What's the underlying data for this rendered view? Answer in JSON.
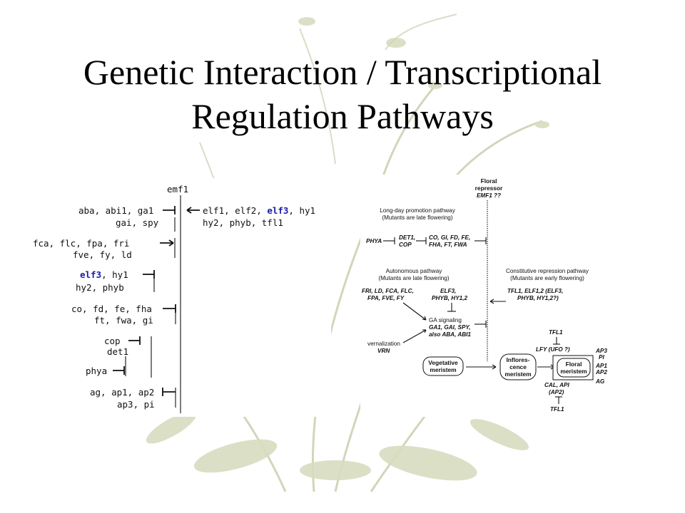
{
  "slide": {
    "title_line1": "Genetic Interaction / Transcriptional",
    "title_line2": "Regulation Pathways"
  },
  "left_diagram": {
    "top": "emf1",
    "rows": [
      {
        "text": "aba, abi1, ga1"
      },
      {
        "text": "gai, spy"
      },
      {
        "text": "fca, flc, fpa, fri"
      },
      {
        "text": "fve, fy, ld"
      },
      {
        "text_blue": "elf3",
        "text": ", hy1"
      },
      {
        "text": "hy2, phyb"
      },
      {
        "text": "co, fd, fe, fha"
      },
      {
        "text": "ft, fwa, gi"
      },
      {
        "text": "cop"
      },
      {
        "text": "det1"
      },
      {
        "text": "phya"
      },
      {
        "text": "ag, ap1, ap2"
      },
      {
        "text": "ap3, pi"
      }
    ],
    "right_rows": [
      {
        "a": "elf1, elf2, ",
        "blue": "elf3",
        "b": ", hy1"
      },
      {
        "a": "hy2, phyb, tfl1"
      }
    ]
  },
  "right_diagram": {
    "floral_repressor": [
      "Floral",
      "repressor",
      "EMF1 ??"
    ],
    "long_day_title": "Long-day promotion pathway",
    "long_day_sub": "(Mutants are late flowering)",
    "phya": "PHYA",
    "det1_cop": [
      "DET1,",
      "COP"
    ],
    "co_group": [
      "CO, GI, FD, FE,",
      "FHA, FT, FWA"
    ],
    "autonomous_title": "Autonomous pathway",
    "autonomous_sub": "(Mutants are late flowering)",
    "constitutive_title": "Constitutive repression pathway",
    "constitutive_sub": "(Mutants are early flowering)",
    "fri_group": [
      "FRI, LD, FCA, FLC,",
      "FPA, FVE, FY"
    ],
    "elf3_group": [
      "ELF3,",
      "PHYB, HY1,2"
    ],
    "tfl1_group": [
      "TFL1, ELF1,2 (ELF3,",
      "PHYB, HY1,2?)"
    ],
    "ga_group": [
      "GA signaling",
      "GA1, GAI, SPY,",
      "also ABA, ABI1"
    ],
    "vernalization": [
      "vernalization",
      "VRN"
    ],
    "vegetative": [
      "Vegetative",
      "meristem"
    ],
    "infloresence": [
      "Inflores-",
      "cence",
      "meristem"
    ],
    "floral_meristem": [
      "Floral",
      "meristem"
    ],
    "tfl1_top": "TFL1",
    "lfy": "LFY (UFO ?)",
    "outputs": [
      "AP3",
      "PI",
      "AP1",
      "AP2",
      "AG"
    ],
    "cal_group": [
      "CAL, API",
      "(AP2)"
    ],
    "tfl1_bottom": "TFL1"
  }
}
